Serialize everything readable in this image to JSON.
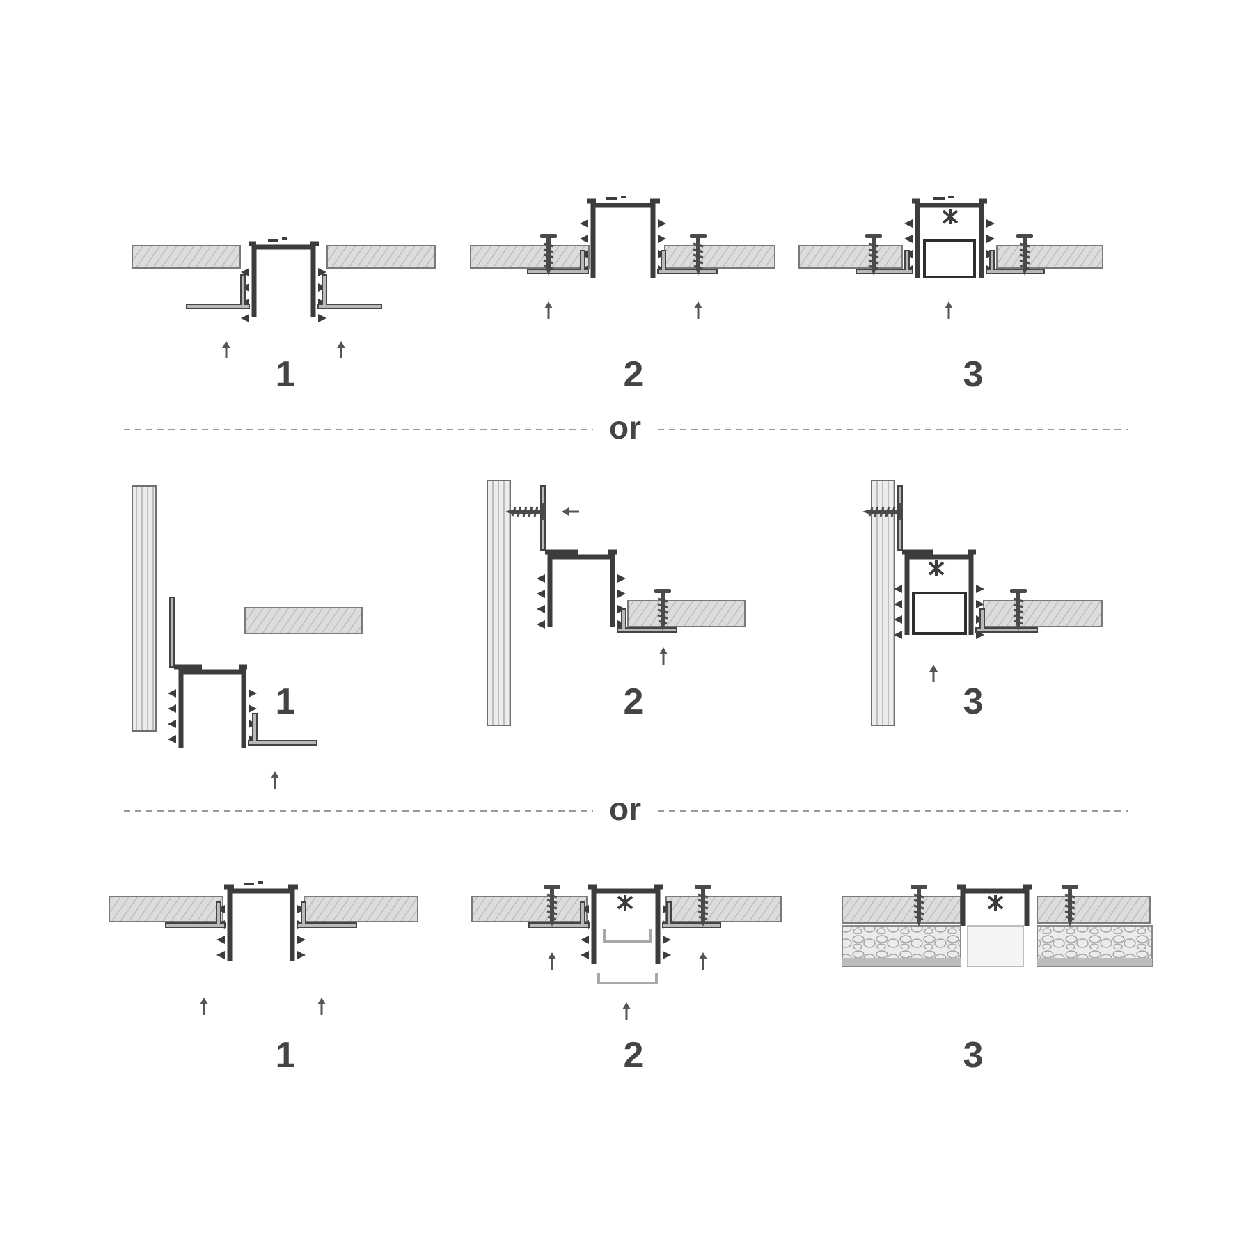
{
  "rows": [
    {
      "id": "ceiling-mount",
      "steps": [
        {
          "label": "1"
        },
        {
          "label": "2"
        },
        {
          "label": "3"
        }
      ]
    },
    {
      "id": "wall-corner-mount",
      "steps": [
        {
          "label": "1"
        },
        {
          "label": "2"
        },
        {
          "label": "3"
        }
      ]
    },
    {
      "id": "double-layer-mount",
      "steps": [
        {
          "label": "1"
        },
        {
          "label": "2"
        },
        {
          "label": "3"
        }
      ]
    }
  ],
  "separators": [
    {
      "text": "or"
    },
    {
      "text": "or"
    }
  ],
  "colors": {
    "ink": "#3c3c3c",
    "board": "#dedede",
    "label": "#444444"
  }
}
